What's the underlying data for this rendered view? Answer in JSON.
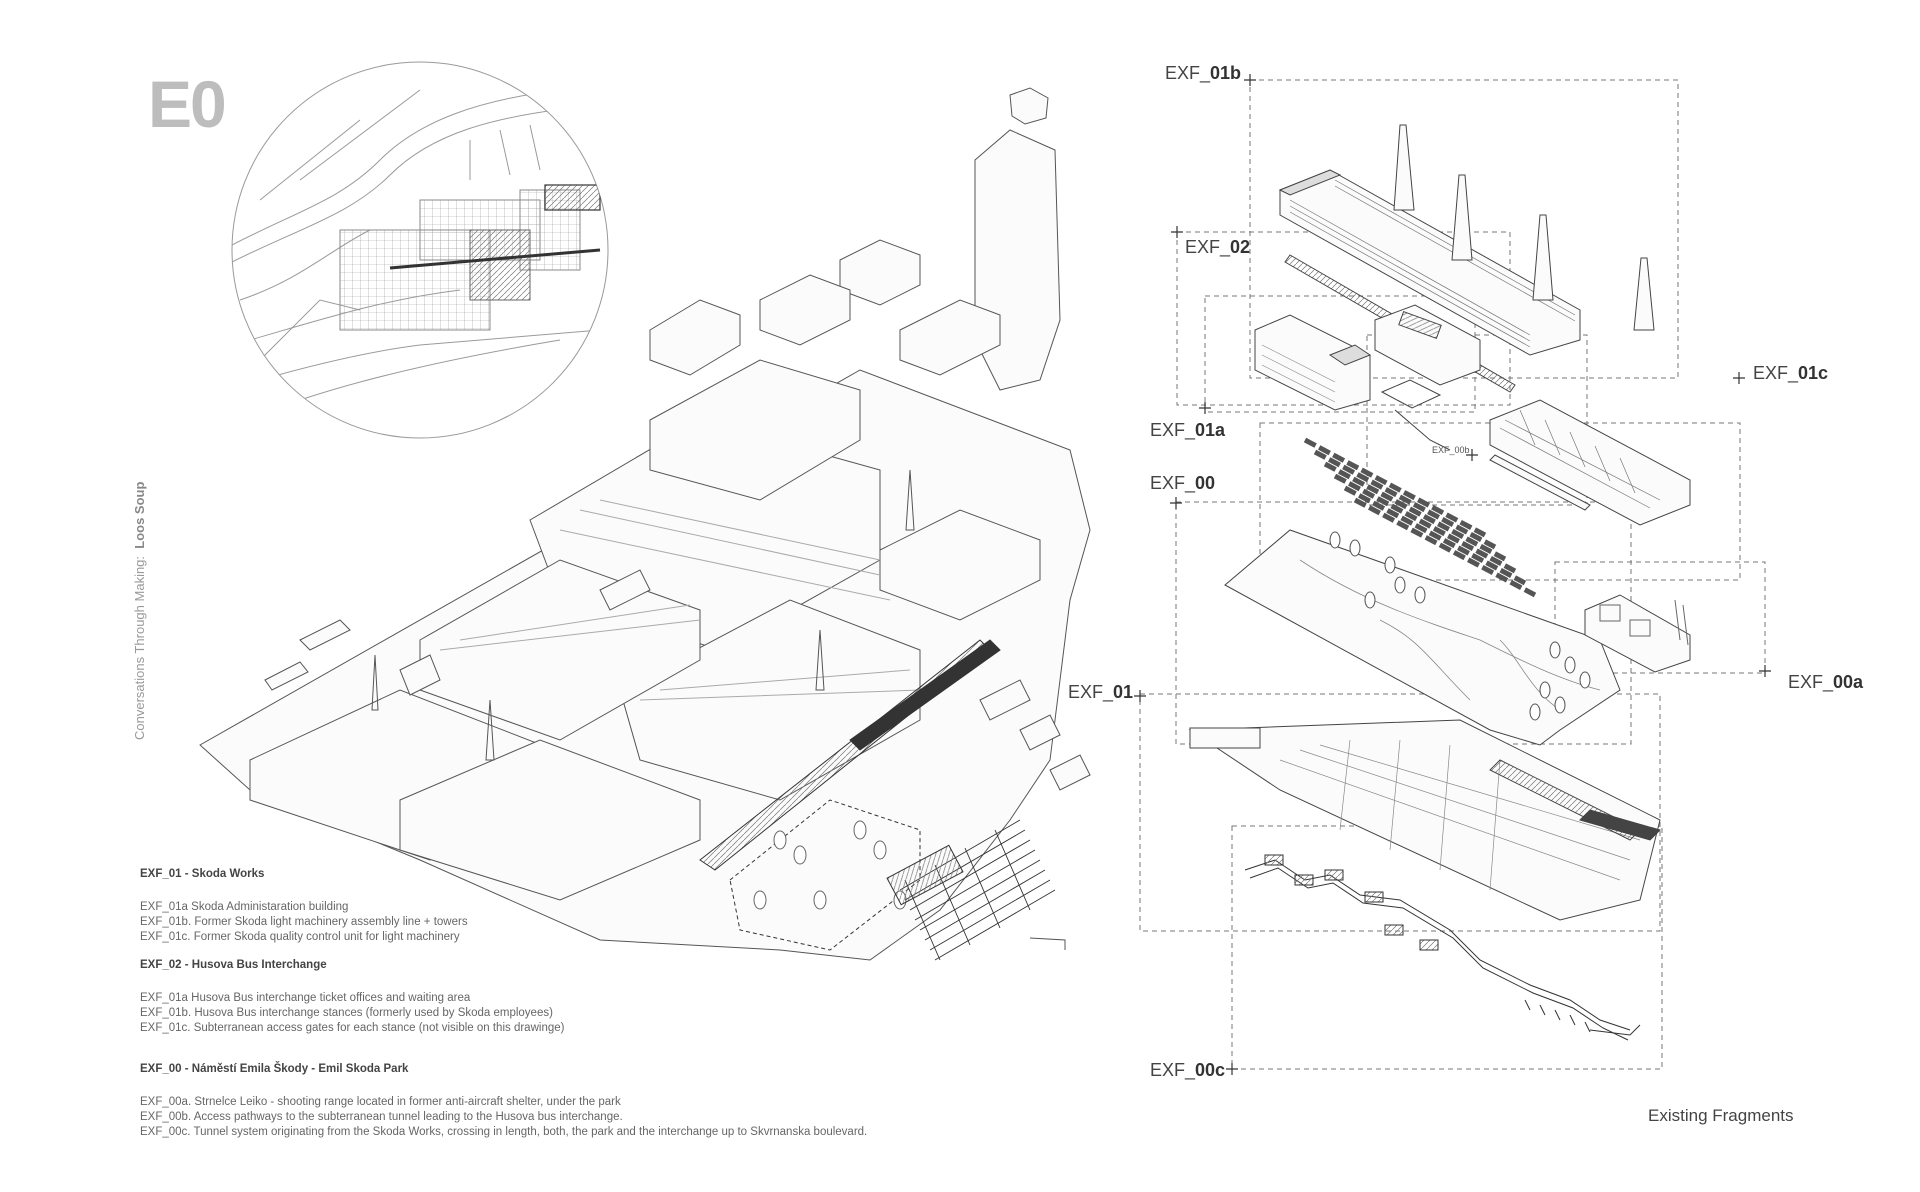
{
  "sheet": {
    "code": "E0",
    "vertical_caption_prefix": "Conversations Through Making:",
    "vertical_caption_project": "Loos Soup",
    "title": "Existing Fragments"
  },
  "legend": [
    {
      "heading": "EXF_01 - Skoda Works",
      "items": [
        "EXF_01a  Skoda Administaration building",
        "EXF_01b. Former Skoda light machinery assembly line + towers",
        "EXF_01c. Former Skoda quality control unit for light machinery"
      ]
    },
    {
      "heading": "EXF_02 - Husova Bus Interchange",
      "items": [
        "EXF_01a  Husova Bus interchange ticket offices and waiting area",
        "EXF_01b. Husova Bus interchange stances (formerly used by Skoda employees)",
        "EXF_01c. Subterranean access gates for each stance (not visible on this drawinge)"
      ]
    },
    {
      "heading": "EXF_00 - Náměstí Emila Škody - Emil Skoda Park",
      "items": [
        "EXF_00a. Strnelce Leiko - shooting range located in former anti-aircraft shelter, under the park",
        "EXF_00b. Access pathways to the subterranean tunnel leading to the Husova bus interchange.",
        "EXF_00c. Tunnel system originating from the Skoda Works, crossing in length, both, the park and the interchange up to Skvrnanska boulevard."
      ]
    }
  ],
  "fragment_labels": {
    "exf_01b": {
      "prefix": "EXF_",
      "code": "01b"
    },
    "exf_02": {
      "prefix": "EXF_",
      "code": "02"
    },
    "exf_01c": {
      "prefix": "EXF_",
      "code": "01c"
    },
    "exf_01a": {
      "prefix": "EXF_",
      "code": "01a"
    },
    "exf_00": {
      "prefix": "EXF_",
      "code": "00"
    },
    "exf_00b": "EXF_00b",
    "exf_00a": {
      "prefix": "EXF_",
      "code": "00a"
    },
    "exf_01": {
      "prefix": "EXF_",
      "code": "01"
    },
    "exf_00c": {
      "prefix": "EXF_",
      "code": "00c"
    }
  },
  "colors": {
    "line": "#4a4a4a",
    "fill": "#f6f6f6",
    "dash": "#777777",
    "title_grey": "#bdbdbd"
  }
}
